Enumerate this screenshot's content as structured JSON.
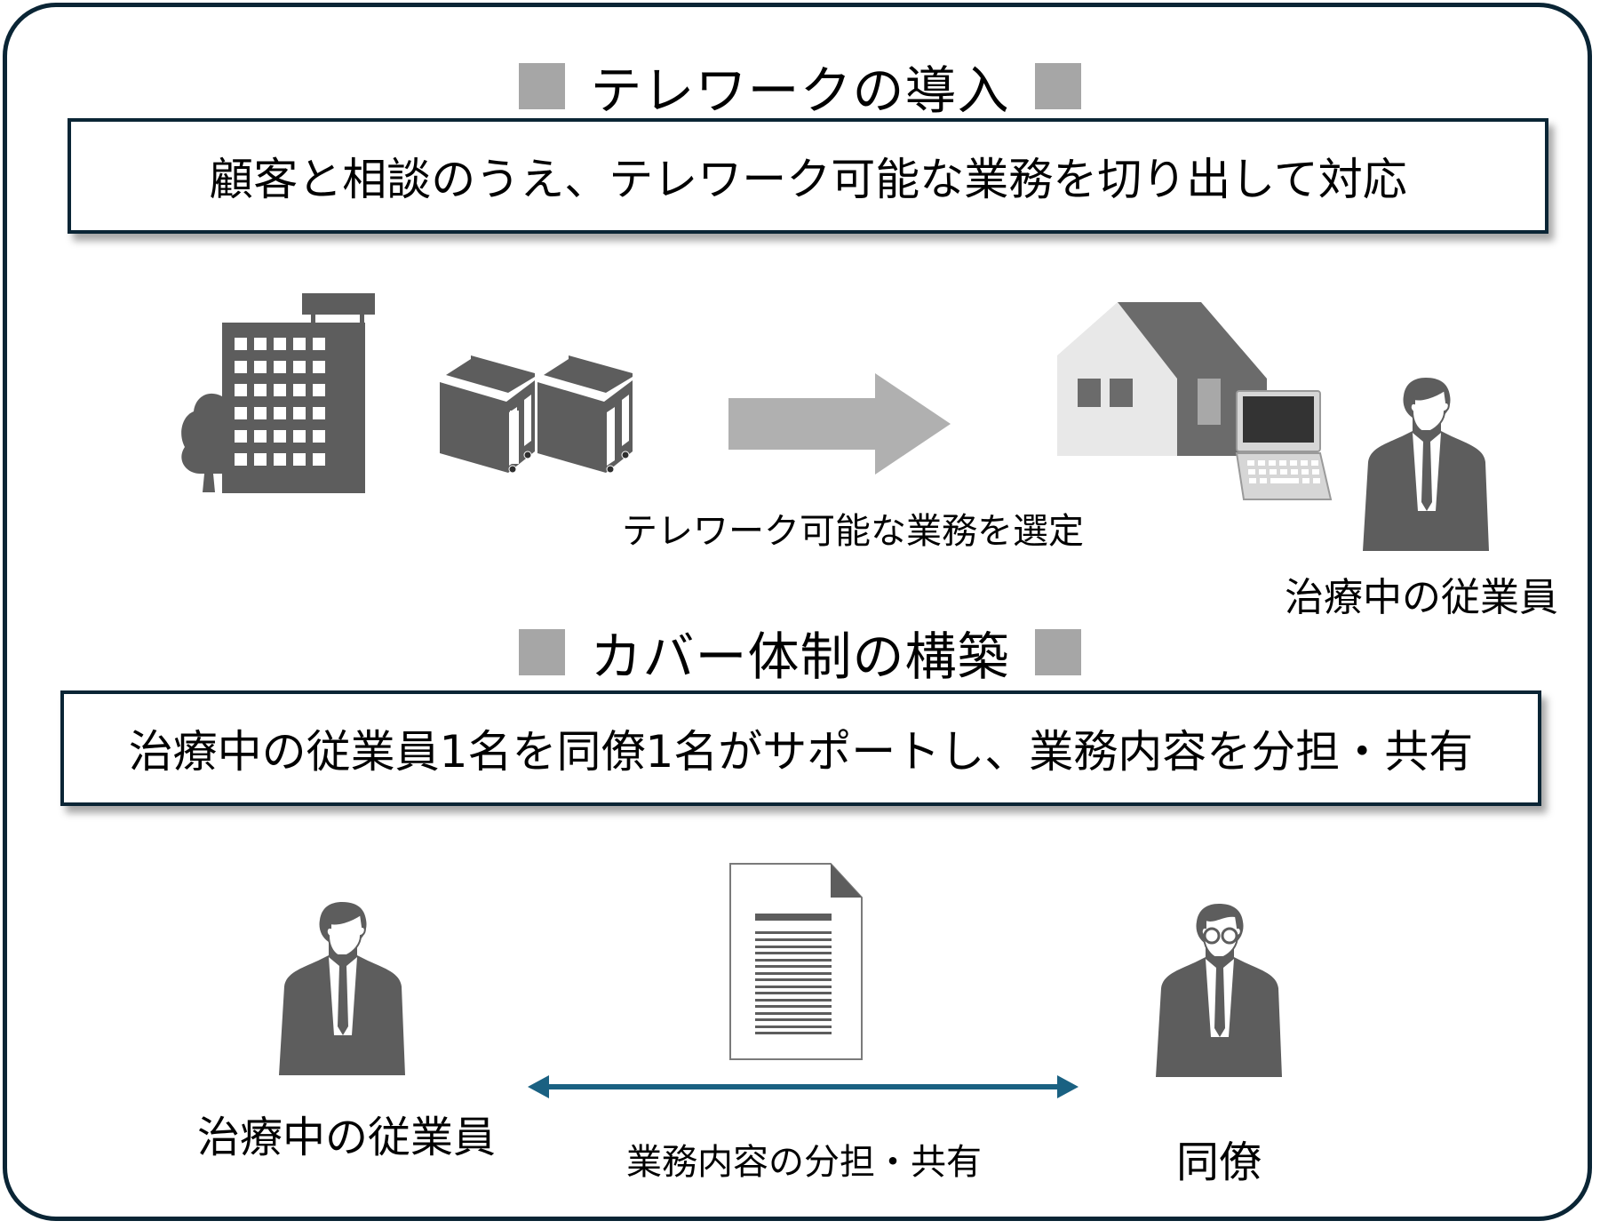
{
  "section1": {
    "heading": "テレワークの導入",
    "box_text": "顧客と相談のうえ、テレワーク可能な業務を切り出して対応",
    "arrow_label": "テレワーク可能な業務を選定",
    "person_label": "治療中の従業員",
    "icons": [
      "office-building-icon",
      "tree-icon",
      "binder-files-icon",
      "right-arrow-icon",
      "house-icon",
      "laptop-icon",
      "person-icon"
    ]
  },
  "section2": {
    "heading": "カバー体制の構築",
    "box_text": "治療中の従業員1名を同僚1名がサポートし、業務内容を分担・共有",
    "left_person_label": "治療中の従業員",
    "right_person_label": "同僚",
    "arrow_label": "業務内容の分担・共有",
    "icons": [
      "person-icon",
      "document-icon",
      "double-arrow-icon",
      "person-with-glasses-icon"
    ]
  },
  "colors": {
    "frame": "#0a2535",
    "marker": "#a6a6a6",
    "icon_gray": "#5d5d5d",
    "arrow_blue": "#1a6182",
    "arrow_gray": "#b0b0b0"
  }
}
